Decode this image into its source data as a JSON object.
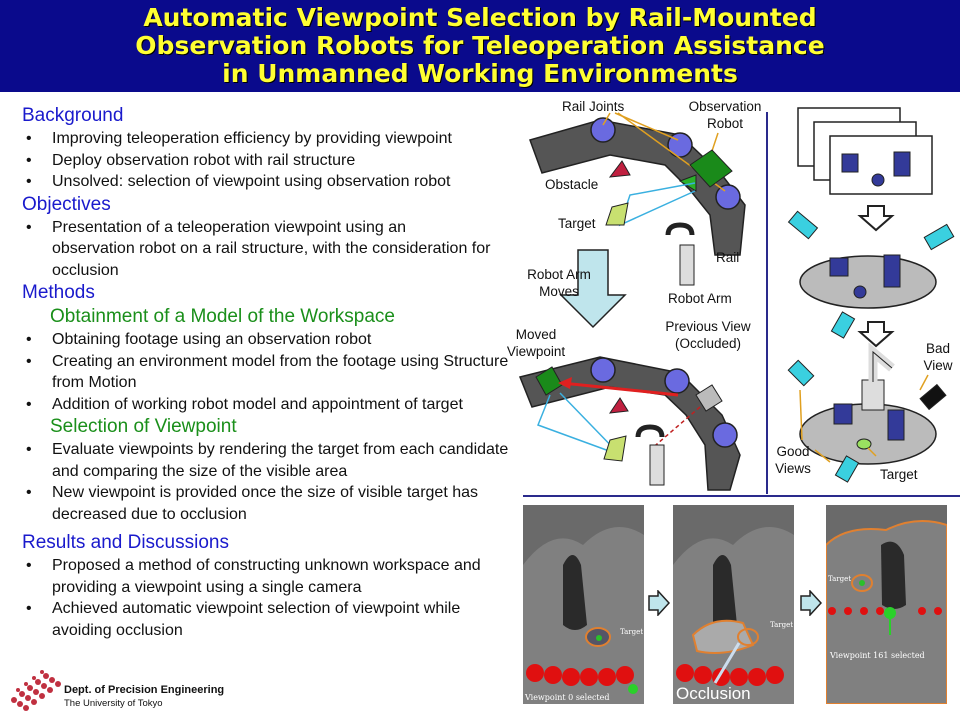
{
  "title": {
    "line1": "Automatic Viewpoint Selection by Rail-Mounted",
    "line2": "Observation Robots for Teleoperation Assistance",
    "line3": "in Unmanned Working Environments"
  },
  "sections": {
    "background": {
      "heading": "Background",
      "items": [
        "Improving teleoperation efficiency by providing viewpoint",
        "Deploy observation robot with rail structure",
        "Unsolved: selection of viewpoint using observation robot"
      ]
    },
    "objectives": {
      "heading": "Objectives",
      "items": [
        "Presentation of a teleoperation viewpoint using an observation robot on a rail structure, with the consideration for occlusion"
      ]
    },
    "methods": {
      "heading": "Methods",
      "sub1": "Obtainment of a Model of the Workspace",
      "sub1_items": [
        "Obtaining footage using an observation robot",
        "Creating an environment model from the footage using Structure from Motion",
        "Addition of working robot model and appointment of target"
      ],
      "sub2": "Selection of Viewpoint",
      "sub2_items": [
        "Evaluate viewpoints by rendering the target from each candidate and comparing the size of the visible area",
        "New viewpoint is provided once the size of visible target has decreased due to occlusion"
      ]
    },
    "results": {
      "heading": "Results and Discussions",
      "items": [
        "Proposed a method of constructing unknown workspace and providing a viewpoint using a single camera",
        "Achieved automatic viewpoint selection of viewpoint while avoiding occlusion"
      ]
    }
  },
  "diagram": {
    "rail_joints": "Rail Joints",
    "observation_robot": "Observation Robot",
    "obstacle": "Obstacle",
    "target": "Target",
    "rail": "Rail",
    "robot_arm_moves": "Robot Arm Moves",
    "robot_arm": "Robot Arm",
    "moved_viewpoint": "Moved Viewpoint",
    "previous_view": "Previous View (Occluded)"
  },
  "right_diagram": {
    "bad_view": "Bad View",
    "good_views": "Good Views",
    "target": "Target"
  },
  "photos": {
    "p1_caption": "Viewpoint 0 selected",
    "p1_target": "Target",
    "p2_target": "Target",
    "p2_occlusion": "Occlusion",
    "p3_target": "Target",
    "p3_caption": "Viewpoint 161 selected"
  },
  "logo": {
    "line1": "Dept. of Precision Engineering",
    "line2": "The University of Tokyo"
  },
  "colors": {
    "title_bg": "#0a0a8c",
    "title_text": "#ffff33",
    "heading": "#1a1acc",
    "subheading": "#1a8f1a"
  }
}
